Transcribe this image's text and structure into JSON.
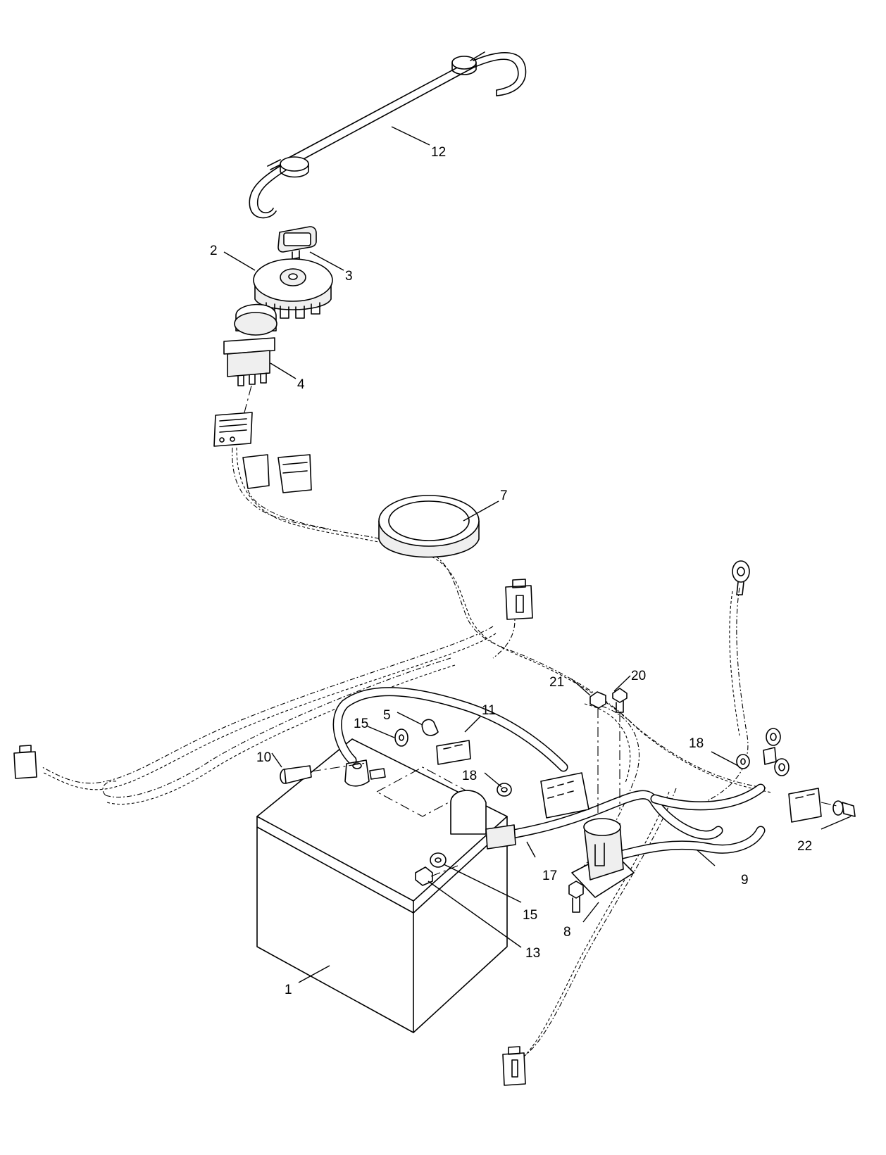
{
  "diagram": {
    "callouts": [
      {
        "id": "c12",
        "label": "12"
      },
      {
        "id": "c2",
        "label": "2"
      },
      {
        "id": "c3",
        "label": "3"
      },
      {
        "id": "c4",
        "label": "4"
      },
      {
        "id": "c7",
        "label": "7"
      },
      {
        "id": "c21",
        "label": "21"
      },
      {
        "id": "c20",
        "label": "20"
      },
      {
        "id": "c11",
        "label": "11"
      },
      {
        "id": "c5",
        "label": "5"
      },
      {
        "id": "c15a",
        "label": "15"
      },
      {
        "id": "c18a",
        "label": "18"
      },
      {
        "id": "c10",
        "label": "10"
      },
      {
        "id": "c18b",
        "label": "18"
      },
      {
        "id": "c22",
        "label": "22"
      },
      {
        "id": "c9",
        "label": "9"
      },
      {
        "id": "c17",
        "label": "17"
      },
      {
        "id": "c15b",
        "label": "15"
      },
      {
        "id": "c8",
        "label": "8"
      },
      {
        "id": "c13",
        "label": "13"
      },
      {
        "id": "c1",
        "label": "1"
      }
    ]
  }
}
